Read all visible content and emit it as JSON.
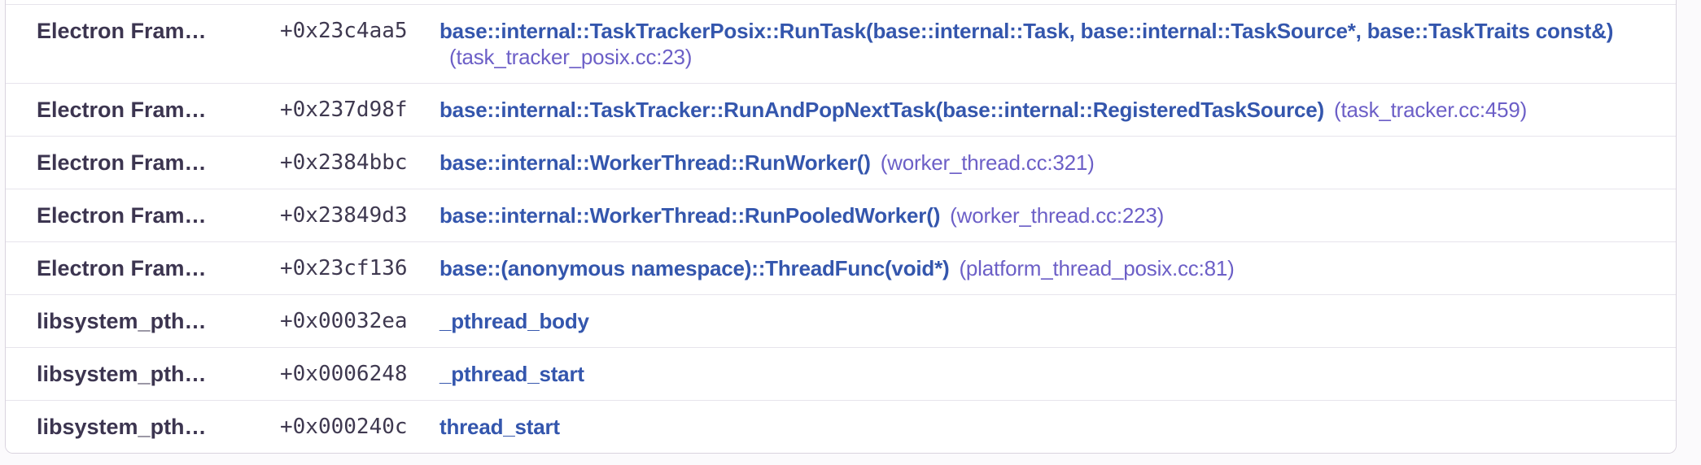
{
  "colors": {
    "function_blue": "#3456ad",
    "source_purple": "#6c5fc7",
    "module_dark": "#3c3550",
    "divider": "#e7e4ec",
    "card_border": "#d9d3de",
    "card_background": "#ffffff",
    "page_background": "#fbfafc"
  },
  "stack_trace": {
    "frames": [
      {
        "module": "Electron Fram…",
        "address": "+0x23c4aa5",
        "function": "base::internal::TaskTrackerPosix::RunTask(base::internal::Task, base::internal::TaskSource*, base::TaskTraits const&)",
        "source": "(task_tracker_posix.cc:23)"
      },
      {
        "module": "Electron Fram…",
        "address": "+0x237d98f",
        "function": "base::internal::TaskTracker::RunAndPopNextTask(base::internal::RegisteredTaskSource)",
        "source": "(task_tracker.cc:459)"
      },
      {
        "module": "Electron Fram…",
        "address": "+0x2384bbc",
        "function": "base::internal::WorkerThread::RunWorker()",
        "source": "(worker_thread.cc:321)"
      },
      {
        "module": "Electron Fram…",
        "address": "+0x23849d3",
        "function": "base::internal::WorkerThread::RunPooledWorker()",
        "source": "(worker_thread.cc:223)"
      },
      {
        "module": "Electron Fram…",
        "address": "+0x23cf136",
        "function": "base::(anonymous namespace)::ThreadFunc(void*)",
        "source": "(platform_thread_posix.cc:81)"
      },
      {
        "module": "libsystem_pth…",
        "address": "+0x00032ea",
        "function": "_pthread_body",
        "source": ""
      },
      {
        "module": "libsystem_pth…",
        "address": "+0x0006248",
        "function": "_pthread_start",
        "source": ""
      },
      {
        "module": "libsystem_pth…",
        "address": "+0x000240c",
        "function": "thread_start",
        "source": ""
      }
    ]
  }
}
